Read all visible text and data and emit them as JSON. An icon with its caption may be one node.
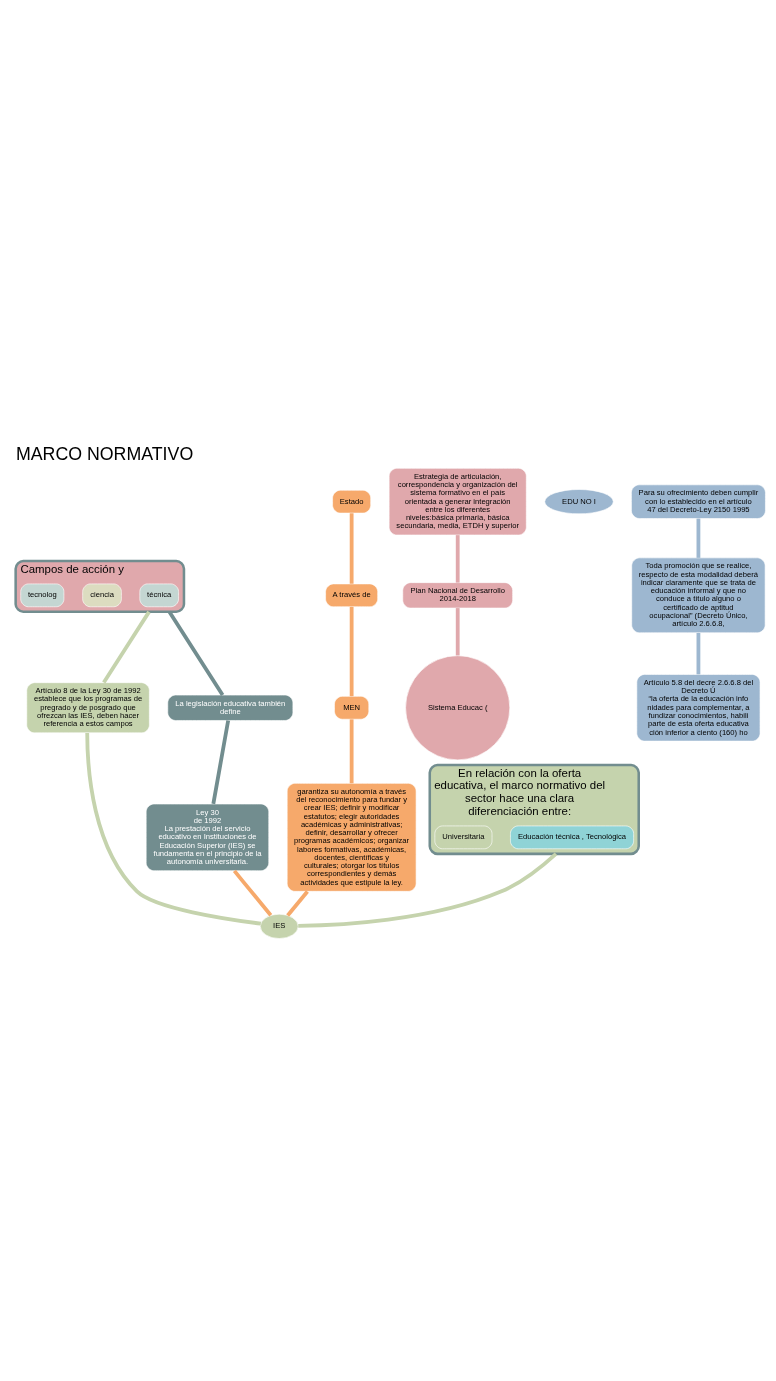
{
  "diagram": {
    "title": "MARCO NORMATIVO",
    "nodes": [
      {
        "text": [
          "Campos de acción y"
        ]
      },
      {
        "text": [
          "técnica"
        ],
        "in": 0
      },
      {
        "text": [
          "ciencia"
        ],
        "in": 0
      },
      {
        "text": [
          "tecnolog"
        ],
        "in": 0
      },
      {
        "text": [
          "Artículo 8 de la Ley 30 de 1992",
          "establece que los programas de pregrado y de posgrado que ofrezcan las IES, deben hacer referencia a estos campos"
        ]
      },
      {
        "text": [
          "La legislación educativa también define"
        ]
      },
      {
        "text": [
          "Ley 30",
          "de 1992",
          "La prestación del servicio educativo en Instituciones de Educación Superior (IES) se fundamenta en el principio de la autonomía universitaria."
        ]
      },
      {
        "text": [
          "Estado"
        ]
      },
      {
        "text": [
          "A través de"
        ]
      },
      {
        "text": [
          "MEN"
        ]
      },
      {
        "text": [
          "garantiza su autonomía a través del reconocimiento para fundar y crear IES; definir y modificar estatutos; elegir autoridades académicas y administrativas; definir, desarrollar y ofrecer programas académicos; organizar labores formativas, académicas, docentes, científicas y culturales; otorgar los títulos correspondientes y demás actividades que estipule la ley."
        ]
      },
      {
        "text": [
          "IES"
        ]
      },
      {
        "text": [
          "Sistema Educac ("
        ]
      },
      {
        "text": [
          "EDU NO I"
        ]
      },
      {
        "text": [
          "En relación con la oferta educativa, el marco normativo del sector hace una clara diferenciación entre:"
        ]
      },
      {
        "text": [
          "Educación técnica , Tecnológica"
        ],
        "in": 14
      },
      {
        "text": [
          "Universitaria"
        ],
        "in": 14
      },
      {
        "text": [
          "Estrategia de articulación, correspondencia y organización del sistema formativo en el país orientada a generar integración entre los diferentes niveles:básica primaria, básica secundaria, media, ETDH y superior"
        ]
      },
      {
        "text": [
          "Plan Nacional de Desarrollo 2014-2018"
        ]
      },
      {
        "text": [
          "Para su ofrecimiento deben cumplir con lo establecido en el artículo 47 del Decreto-Ley 2150 1995"
        ]
      },
      {
        "text": [
          "Toda promoción que se realice, respecto de esta modalidad deberá indicar claramente que se trata de educación informal y que no conduce a título alguno o certificado de aptitud ocupacional” (Decreto Único, artículo 2.6.6.8,"
        ]
      },
      {
        "text": [
          "Artículo 5.8 del decre 2.6.6.8 del Decreto Ú",
          "“la oferta de la educación info nidades para complementar, a fundizar conocimientos, habili parte de esta oferta educativa ción inferior a ciento (160) ho"
        ]
      }
    ],
    "edges": [
      {
        "from": 0,
        "to": 5,
        "arrow": "none",
        "color": "#728d8f"
      },
      {
        "from": 5,
        "to": 6,
        "arrow": "none",
        "color": "#728d8f"
      },
      {
        "from": 0,
        "to": 4,
        "arrow": "none",
        "color": "#c5d3ad"
      },
      {
        "from": 4,
        "to": 11,
        "arrow": "none",
        "color": "#c5d3ad"
      },
      {
        "from": 6,
        "to": 11,
        "arrow": "none"
      },
      {
        "from": 7,
        "to": 8,
        "arrow": "none"
      },
      {
        "from": 8,
        "to": 9,
        "arrow": "none"
      },
      {
        "from": 9,
        "to": 10,
        "arrow": "none"
      },
      {
        "from": 10,
        "to": 11,
        "arrow": "none"
      },
      {
        "from": 14,
        "to": 11,
        "arrow": "none",
        "color": "#c5d3ad"
      },
      {
        "from": 17,
        "to": 18,
        "arrow": "none",
        "color": "#e0a8ac"
      },
      {
        "from": 18,
        "to": 12,
        "arrow": "none",
        "color": "#e0a8ac"
      },
      {
        "from": 19,
        "to": 20,
        "arrow": "none",
        "color": "#9db7d0"
      },
      {
        "from": 20,
        "to": 21,
        "arrow": "none",
        "color": "#9db7d0"
      }
    ]
  }
}
